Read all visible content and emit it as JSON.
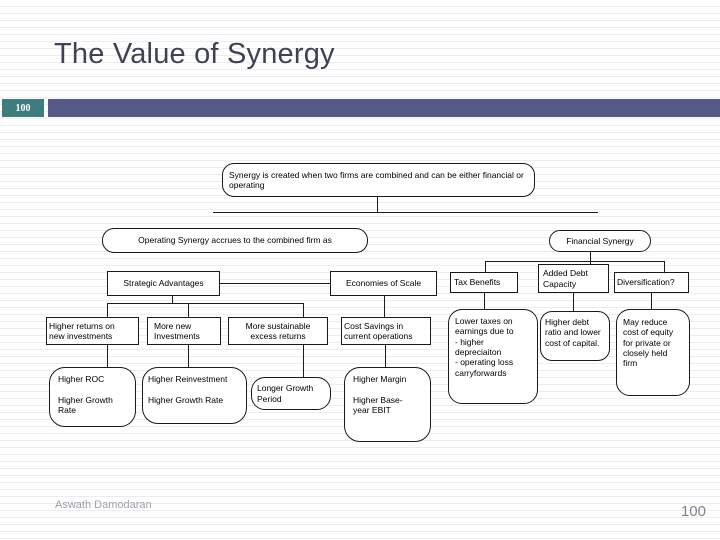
{
  "slide": {
    "title": "The Value of Synergy",
    "slide_number_badge": "100",
    "footer": {
      "author": "Aswath Damodaran",
      "page_number": "100"
    }
  },
  "colors": {
    "title_color": "#3f4154",
    "badge_bg": "#3e7d7e",
    "badge_text": "#ffffff",
    "accent_bar": "#575a88",
    "footer_text": "#9fa0a8",
    "page_number_text": "#7f808a",
    "diagram_ink": "#1a1a1a",
    "stripe": "#ebebf0"
  },
  "diagram": {
    "nodes": {
      "root": {
        "text": "Synergy is created when two firms are combined and can be either financial or operating"
      },
      "operating_synergy": {
        "text": "Operating Synergy accrues to the combined firm as"
      },
      "financial_synergy": {
        "text": "Financial Synergy"
      },
      "strategic_advantages": {
        "text": "Strategic Advantages"
      },
      "economies_of_scale": {
        "text": "Economies of Scale"
      },
      "tax_benefits": {
        "text": "Tax Benefits"
      },
      "added_debt_capacity": {
        "lines": [
          "Added Debt",
          "Capacity"
        ]
      },
      "diversification": {
        "text": "Diversification?"
      },
      "higher_returns": {
        "lines": [
          "Higher returns on",
          "new investments"
        ]
      },
      "more_new_investments": {
        "lines": [
          "More new",
          "Investments"
        ]
      },
      "more_sustainable": {
        "lines": [
          "More sustainable",
          "excess returns"
        ]
      },
      "cost_savings": {
        "lines": [
          "Cost Savings in",
          "current operations"
        ]
      },
      "lower_taxes": {
        "lines": [
          "Lower taxes on",
          "earnings due to",
          "- higher",
          "depreciaiton",
          "- operating loss",
          "carryforwards"
        ]
      },
      "higher_debt_ratio": {
        "lines": [
          "Higher debt",
          "ratio and lower",
          "cost of capital."
        ]
      },
      "may_reduce_cost": {
        "lines": [
          "May reduce",
          "cost of equity",
          "for private or",
          "closely held",
          "firm"
        ]
      },
      "higher_roc": {
        "lines": [
          "Higher ROC",
          "",
          "Higher Growth",
          "Rate"
        ]
      },
      "higher_reinvestment": {
        "lines": [
          "Higher Reinvestment",
          "",
          "Higher Growth Rate"
        ]
      },
      "longer_growth": {
        "lines": [
          "Longer Growth",
          "Period"
        ]
      },
      "higher_margin": {
        "lines": [
          "Higher Margin",
          "",
          "Higher Base-",
          "year EBIT"
        ]
      }
    }
  }
}
